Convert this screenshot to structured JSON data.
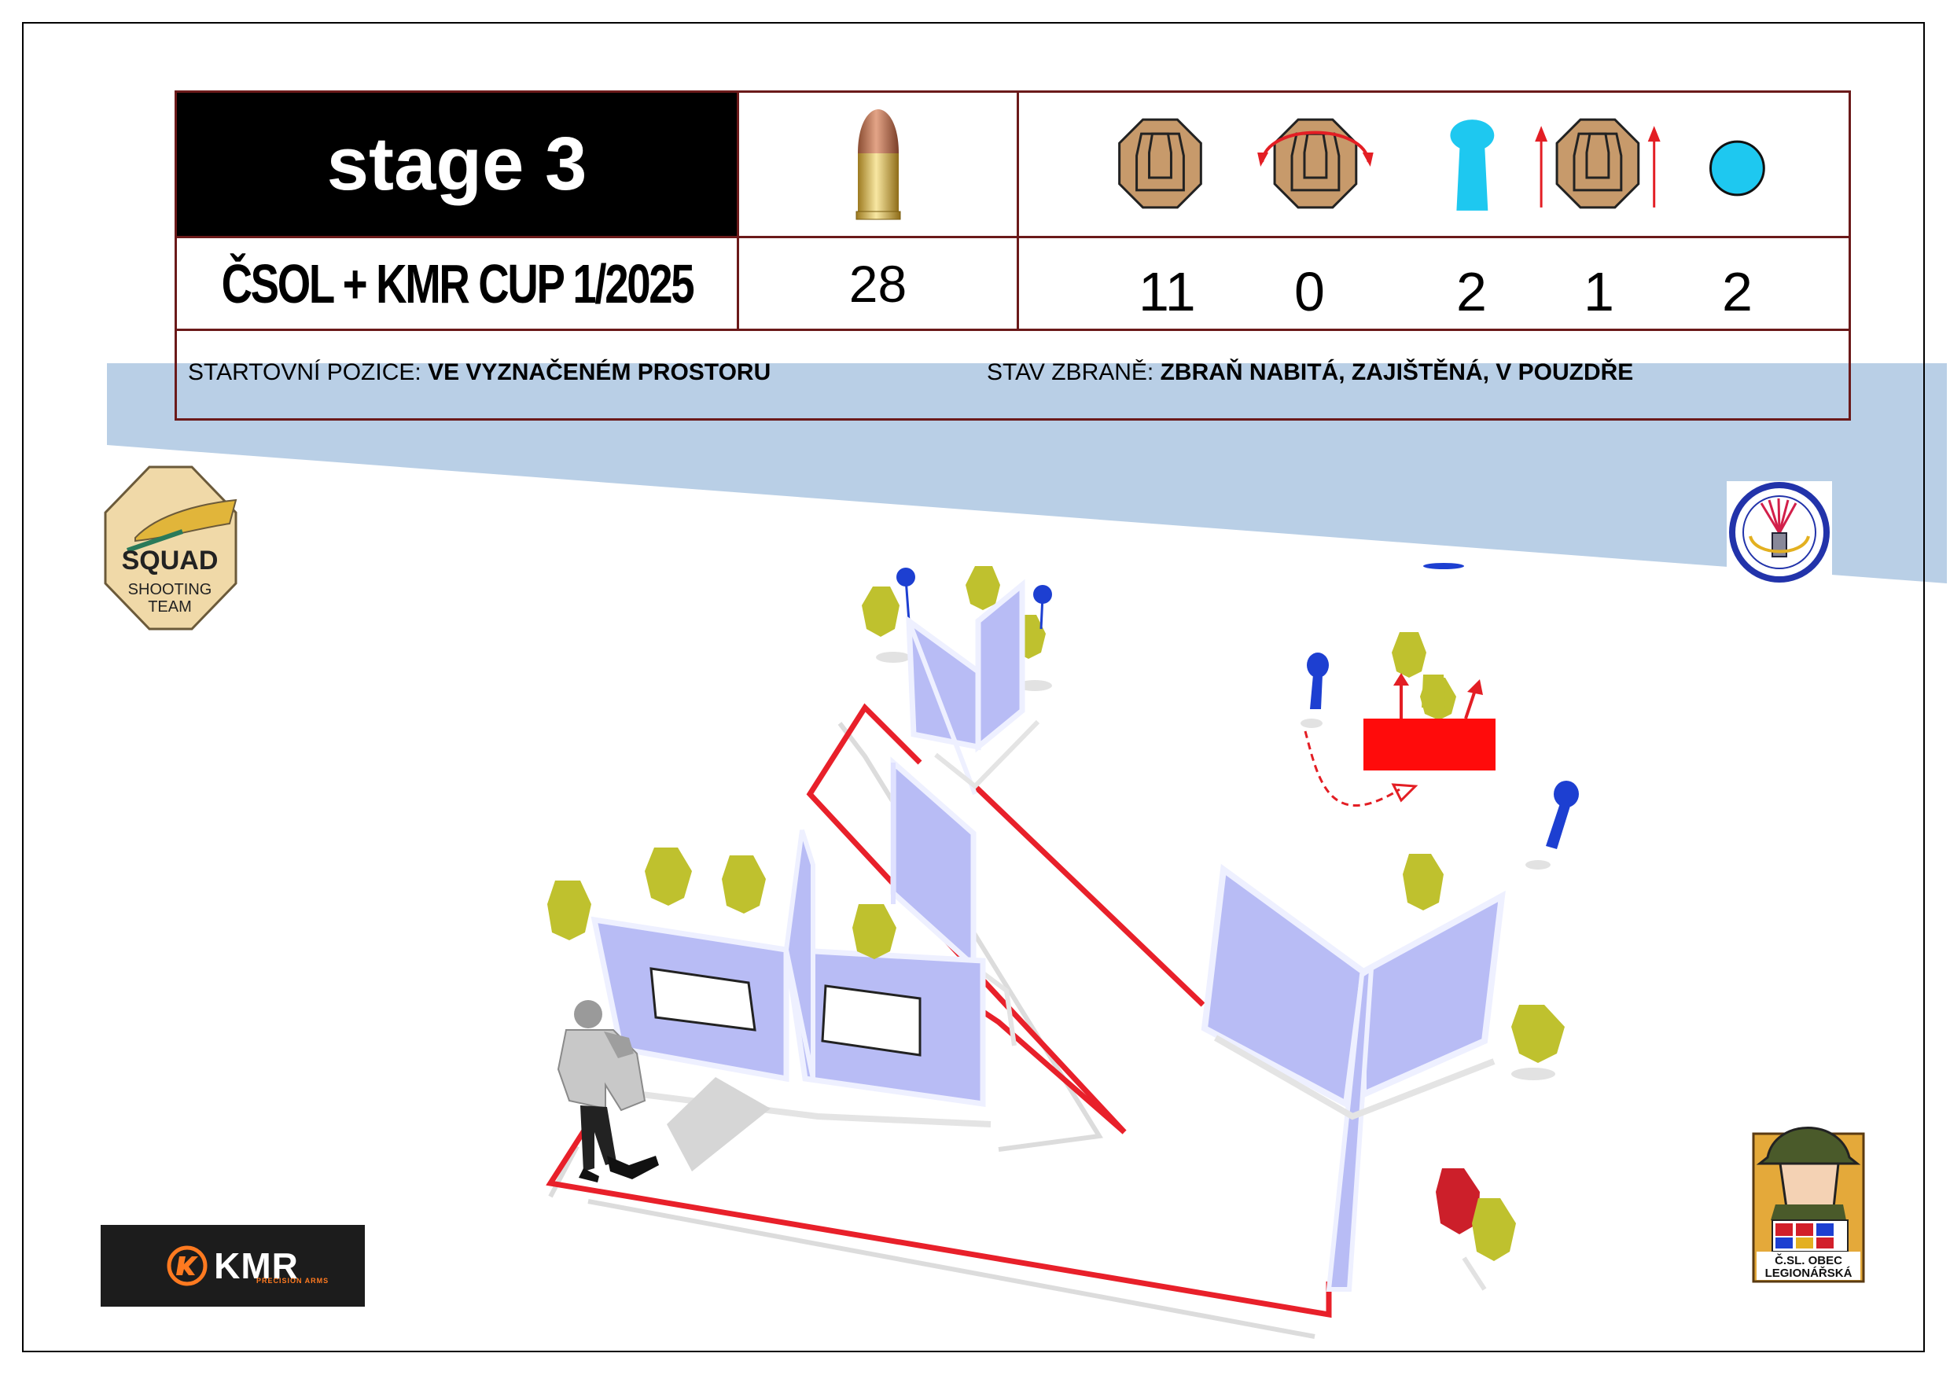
{
  "stage_title": "stage 3",
  "match_name": "ČSOL + KMR CUP 1/2025",
  "rounds": "28",
  "target_counts": [
    "11",
    "0",
    "2",
    "1",
    "2"
  ],
  "start_position": {
    "label": "STARTOVNÍ POZICE:",
    "value": "VE VYZNAČENÉM PROSTORU"
  },
  "weapon_state": {
    "label": "STAV ZBRANĚ:",
    "value": "ZBRAŇ NABITÁ, ZAJIŠTĚNÁ, V POUZDŘE"
  },
  "icons": [
    "cartridge-icon",
    "paper-target-icon",
    "swinger-target-icon",
    "popper-target-icon",
    "mover-target-icon",
    "plate-target-icon"
  ],
  "squad_logo": {
    "line1": "SQUAD",
    "line2": "SHOOTING",
    "line3": "TEAM"
  },
  "kmr_logo": {
    "text": "KMR",
    "sub": "PRECISION ARMS"
  },
  "csol_logo": {
    "line1": "Č.SL. OBEC",
    "line2": "LEGIONÁŘSKÁ"
  },
  "colors": {
    "header_border": "#6b1a1a",
    "band": "#b9cfe6",
    "fault_line": "#e8202a",
    "panel": "#b8bcf5",
    "target": "#bfc12e",
    "no_shoot": "#cc1f2a",
    "plate": "#1d3fd1",
    "paper_icon": "#c79a6b",
    "popper_icon": "#1ec8f0"
  }
}
